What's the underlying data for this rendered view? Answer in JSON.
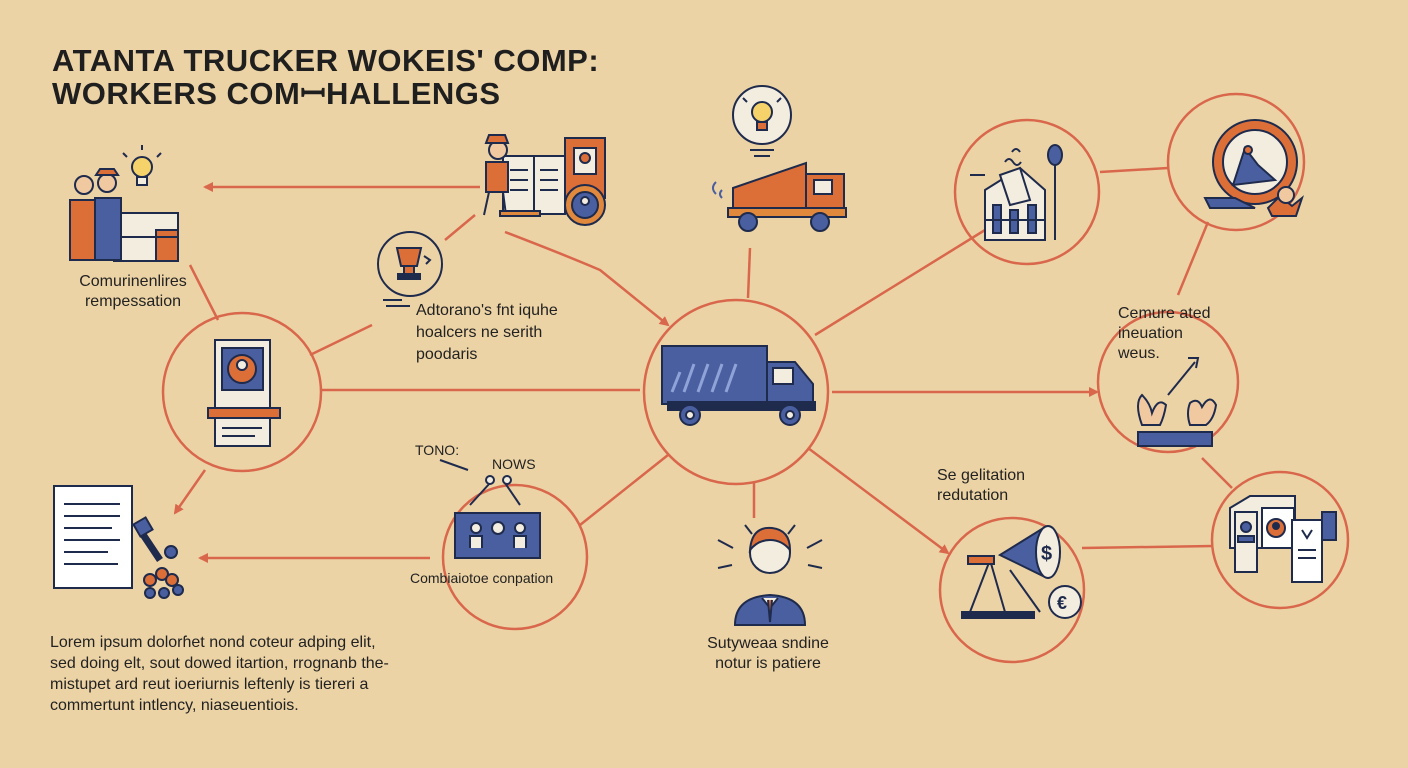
{
  "title": {
    "line1": "ATANTA TRUCKER WOKEIS' COMP:",
    "line2": "WORKERS COMꟷHALLENGS"
  },
  "labels": {
    "communities": [
      "Comurinenlires",
      "rempessation"
    ],
    "adtorano": [
      "Adtorano's fnt iquhe",
      "hoalcers ne serith",
      "poodaris"
    ],
    "tono": "TONO:",
    "nows": "NOWS",
    "combination": "Combiaiotoe conpation",
    "cemurated": [
      "Cemure ated",
      "ineuation",
      "weus."
    ],
    "regulation": [
      "Se gelitation",
      "redutation"
    ],
    "surveys": [
      "Sutyweaa sndine",
      "notur is patiere"
    ]
  },
  "lorem": [
    "Lorem ipsum dolorɦet nond coteur adping elit,",
    "sed doing elt, sout dowed itartion, rrognanb the-",
    "mistupet ard reut ioeriurnis leftenly is tiereri a",
    "commertunt intlency, niaseuentiois."
  ],
  "icons": [
    "workers-lightbulb-icon",
    "worker-documents-icon",
    "lightbulb-icon",
    "dump-truck-icon",
    "factory-icon",
    "handshake-icon",
    "trophy-icon",
    "id-card-icon",
    "delivery-truck-icon",
    "hands-growth-icon",
    "meeting-icon",
    "document-icon",
    "gavel-icon",
    "businessman-icon",
    "scales-money-icon",
    "id-documents-icon"
  ],
  "colors": {
    "background": "#ecd3a5",
    "line": "#d9674c",
    "navy": "#4a5fa0",
    "orange": "#dc6f37",
    "dark": "#1f2b4d"
  }
}
